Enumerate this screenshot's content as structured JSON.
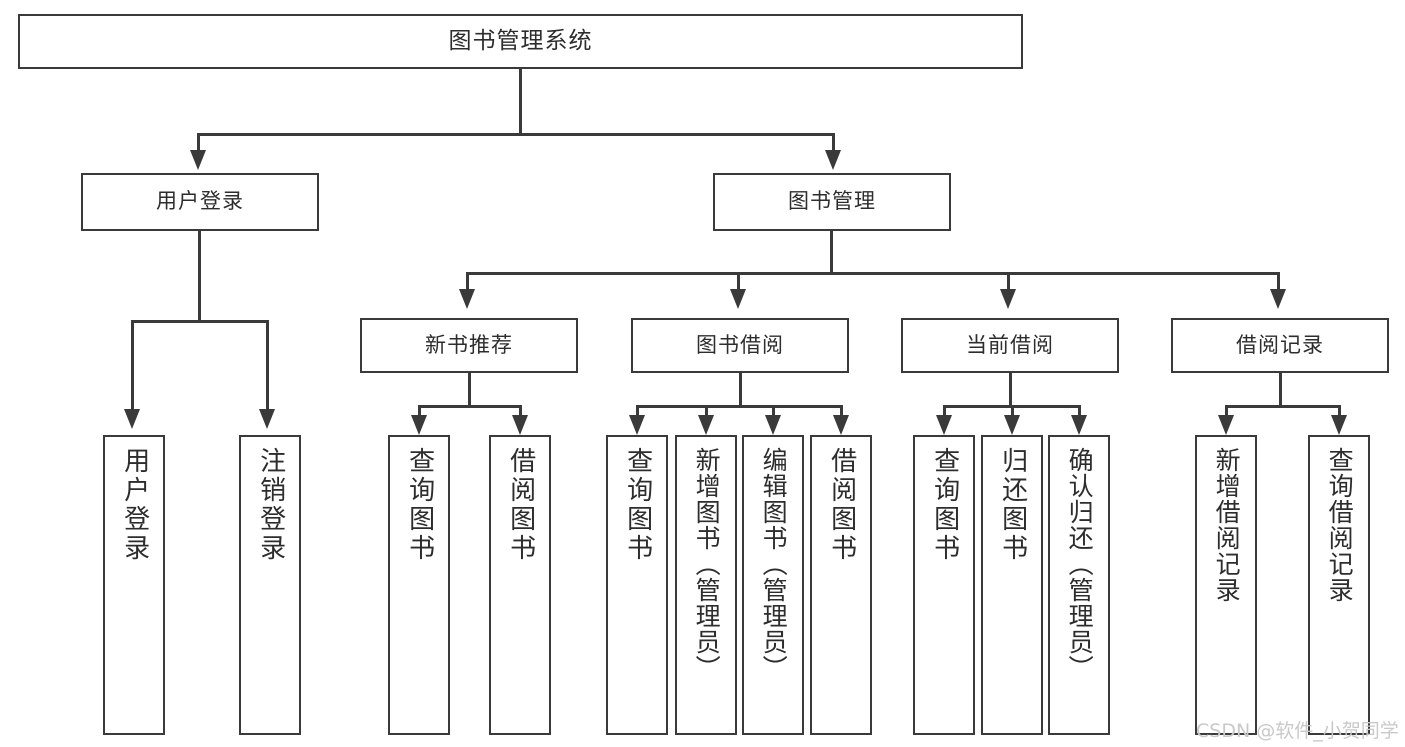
{
  "diagram": {
    "title": "图书管理系统",
    "type": "tree-hierarchy",
    "root": {
      "label": "图书管理系统"
    },
    "level1": [
      {
        "label": "用户登录"
      },
      {
        "label": "图书管理"
      }
    ],
    "level2": [
      {
        "label": "新书推荐"
      },
      {
        "label": "图书借阅"
      },
      {
        "label": "当前借阅"
      },
      {
        "label": "借阅记录"
      }
    ],
    "leaves": {
      "user_login": [
        {
          "label": "用户登录"
        },
        {
          "label": "注销登录"
        }
      ],
      "new_book_recommend": [
        {
          "label": "查询图书"
        },
        {
          "label": "借阅图书"
        }
      ],
      "book_borrow": [
        {
          "label": "查询图书"
        },
        {
          "label": "新增图书（管理员）"
        },
        {
          "label": "编辑图书（管理员）"
        },
        {
          "label": "借阅图书"
        }
      ],
      "current_borrow": [
        {
          "label": "查询图书"
        },
        {
          "label": "归还图书"
        },
        {
          "label": "确认归还（管理员）"
        }
      ],
      "borrow_record": [
        {
          "label": "新增借阅记录"
        },
        {
          "label": "查询借阅记录"
        }
      ]
    }
  },
  "watermark": {
    "text": "CSDN @软件_小贺同学"
  },
  "colors": {
    "stroke": "#3a3a3a",
    "text": "#2d2d2d",
    "background": "#ffffff",
    "watermark": "#c9c9c9"
  }
}
